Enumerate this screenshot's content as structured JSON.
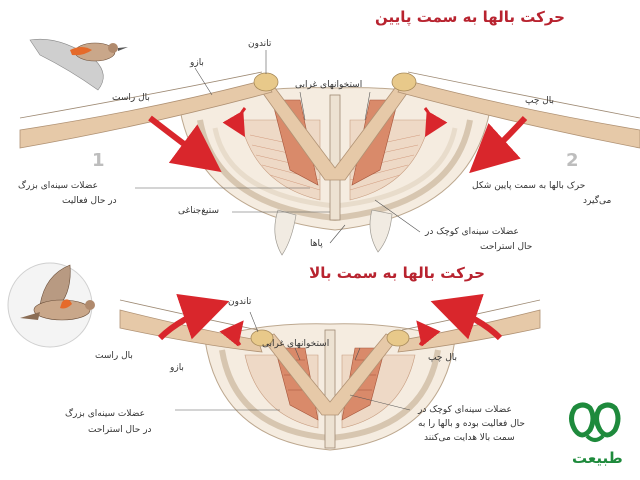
{
  "diagram_top": {
    "title": "حرکت بالها به سمت پایین",
    "step_right": "1",
    "step_left": "2",
    "labels": {
      "tendon": "تاندون",
      "arm": "بازو",
      "right_wing": "بال راست",
      "left_wing": "بال چپ",
      "coracoid": "استخوانهای غرابی",
      "big_muscle": [
        "عضلات سینه‌ای بزرگ",
        "در حال فعالیت"
      ],
      "keel": "ستیغ‌جناغی",
      "legs": "پاها",
      "small_muscle": [
        "عضلات سینه‌ای کوچک در",
        "حال استراحت"
      ],
      "wing_motion": [
        "حرک بالها به سمت پایین شکل",
        "می‌گیرد"
      ]
    }
  },
  "diagram_bottom": {
    "title": "حرکت بالها به سمت بالا",
    "labels": {
      "tendon": "تاندون",
      "coracoid": "استخوانهای غرابی",
      "right_wing": "بال راست",
      "left_wing": "بال چپ",
      "arm": "بازو",
      "big_muscle": [
        "عضلات سینه‌ای بزرگ",
        "در حال استراحت"
      ],
      "small_muscle": [
        "عضلات سینه‌ای کوچک در",
        "حال فعالیت بوده و بالها را به",
        "سمت بالا هدایت می‌کنند"
      ]
    }
  },
  "logo": {
    "text": "طبیعت",
    "color": "#1e8a3c"
  },
  "colors": {
    "title": "#b8232f",
    "arrow": "#d9262c",
    "bone": "#e6c9a8",
    "muscle": "#d98a6a",
    "text": "#333333"
  }
}
